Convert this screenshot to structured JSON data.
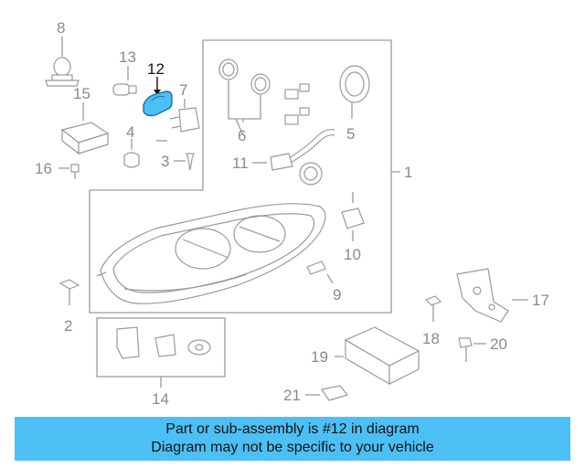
{
  "diagram": {
    "callouts": {
      "c1": "1",
      "c2": "2",
      "c3": "3",
      "c4": "4",
      "c5": "5",
      "c6": "6",
      "c7": "7",
      "c8": "8",
      "c9": "9",
      "c10": "10",
      "c11": "11",
      "c12": "12",
      "c13": "13",
      "c14": "14",
      "c15": "15",
      "c16": "16",
      "c17": "17",
      "c18": "18",
      "c19": "19",
      "c20": "20",
      "c21": "21"
    },
    "highlighted_part": "12",
    "colors": {
      "highlight": "#4cc0f5",
      "line": "#9a9a9a",
      "banner": "#4cc0f5"
    }
  },
  "banner": {
    "line1": "Part or sub-assembly is #12 in diagram",
    "line2": "Diagram may not be specific to your vehicle"
  }
}
